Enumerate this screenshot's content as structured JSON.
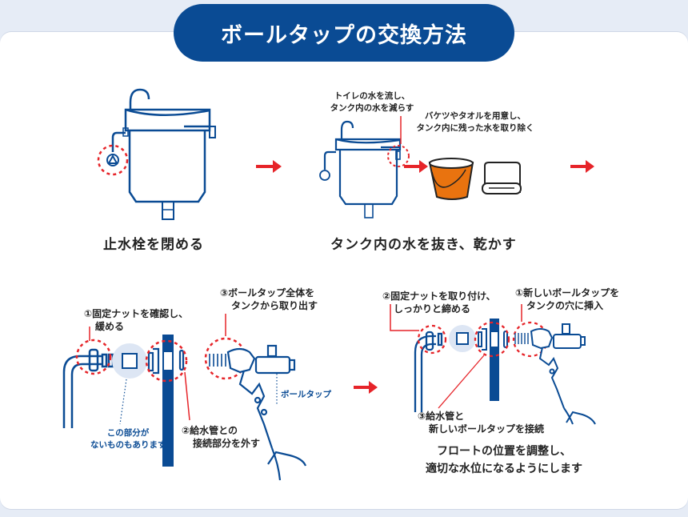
{
  "title": "ボールタップの交換方法",
  "colors": {
    "navy": "#0a4b94",
    "red": "#e62429",
    "orange": "#e9730f",
    "background": "#e6ecf6",
    "highlight": "#dde6f4"
  },
  "steps": {
    "close_valve": {
      "caption": "止水栓を閉める"
    },
    "drain_tank": {
      "caption": "タンク内の水を抜き、乾かす",
      "note_flush": [
        "トイレの水を流し、",
        "タンク内の水を減らす"
      ],
      "note_bucket": [
        "バケツやタオルを用意し、",
        "タンク内に残った水を取り除く"
      ]
    },
    "remove": {
      "note1": [
        "①固定ナットを確認し、",
        "緩める"
      ],
      "note2": [
        "②給水管との",
        "接続部分を外す"
      ],
      "note3": [
        "③ボールタップ全体を",
        "タンクから取り出す"
      ],
      "part_note": [
        "この部分が",
        "ないものもあります"
      ],
      "part_label": "ボールタップ"
    },
    "install": {
      "note1": [
        "①新しいボールタップを",
        "タンクの穴に挿入"
      ],
      "note2": [
        "②固定ナットを取り付け、",
        "しっかりと締める"
      ],
      "note3": [
        "③給水管と",
        "新しいボールタップを接続"
      ],
      "caption": [
        "フロートの位置を調整し、",
        "適切な水位になるようにします"
      ]
    }
  },
  "icons": [
    "arrow-right-icon",
    "toilet-tank-icon",
    "stop-valve-icon",
    "bucket-icon",
    "towel-icon",
    "ball-tap-icon",
    "supply-pipe-icon"
  ]
}
